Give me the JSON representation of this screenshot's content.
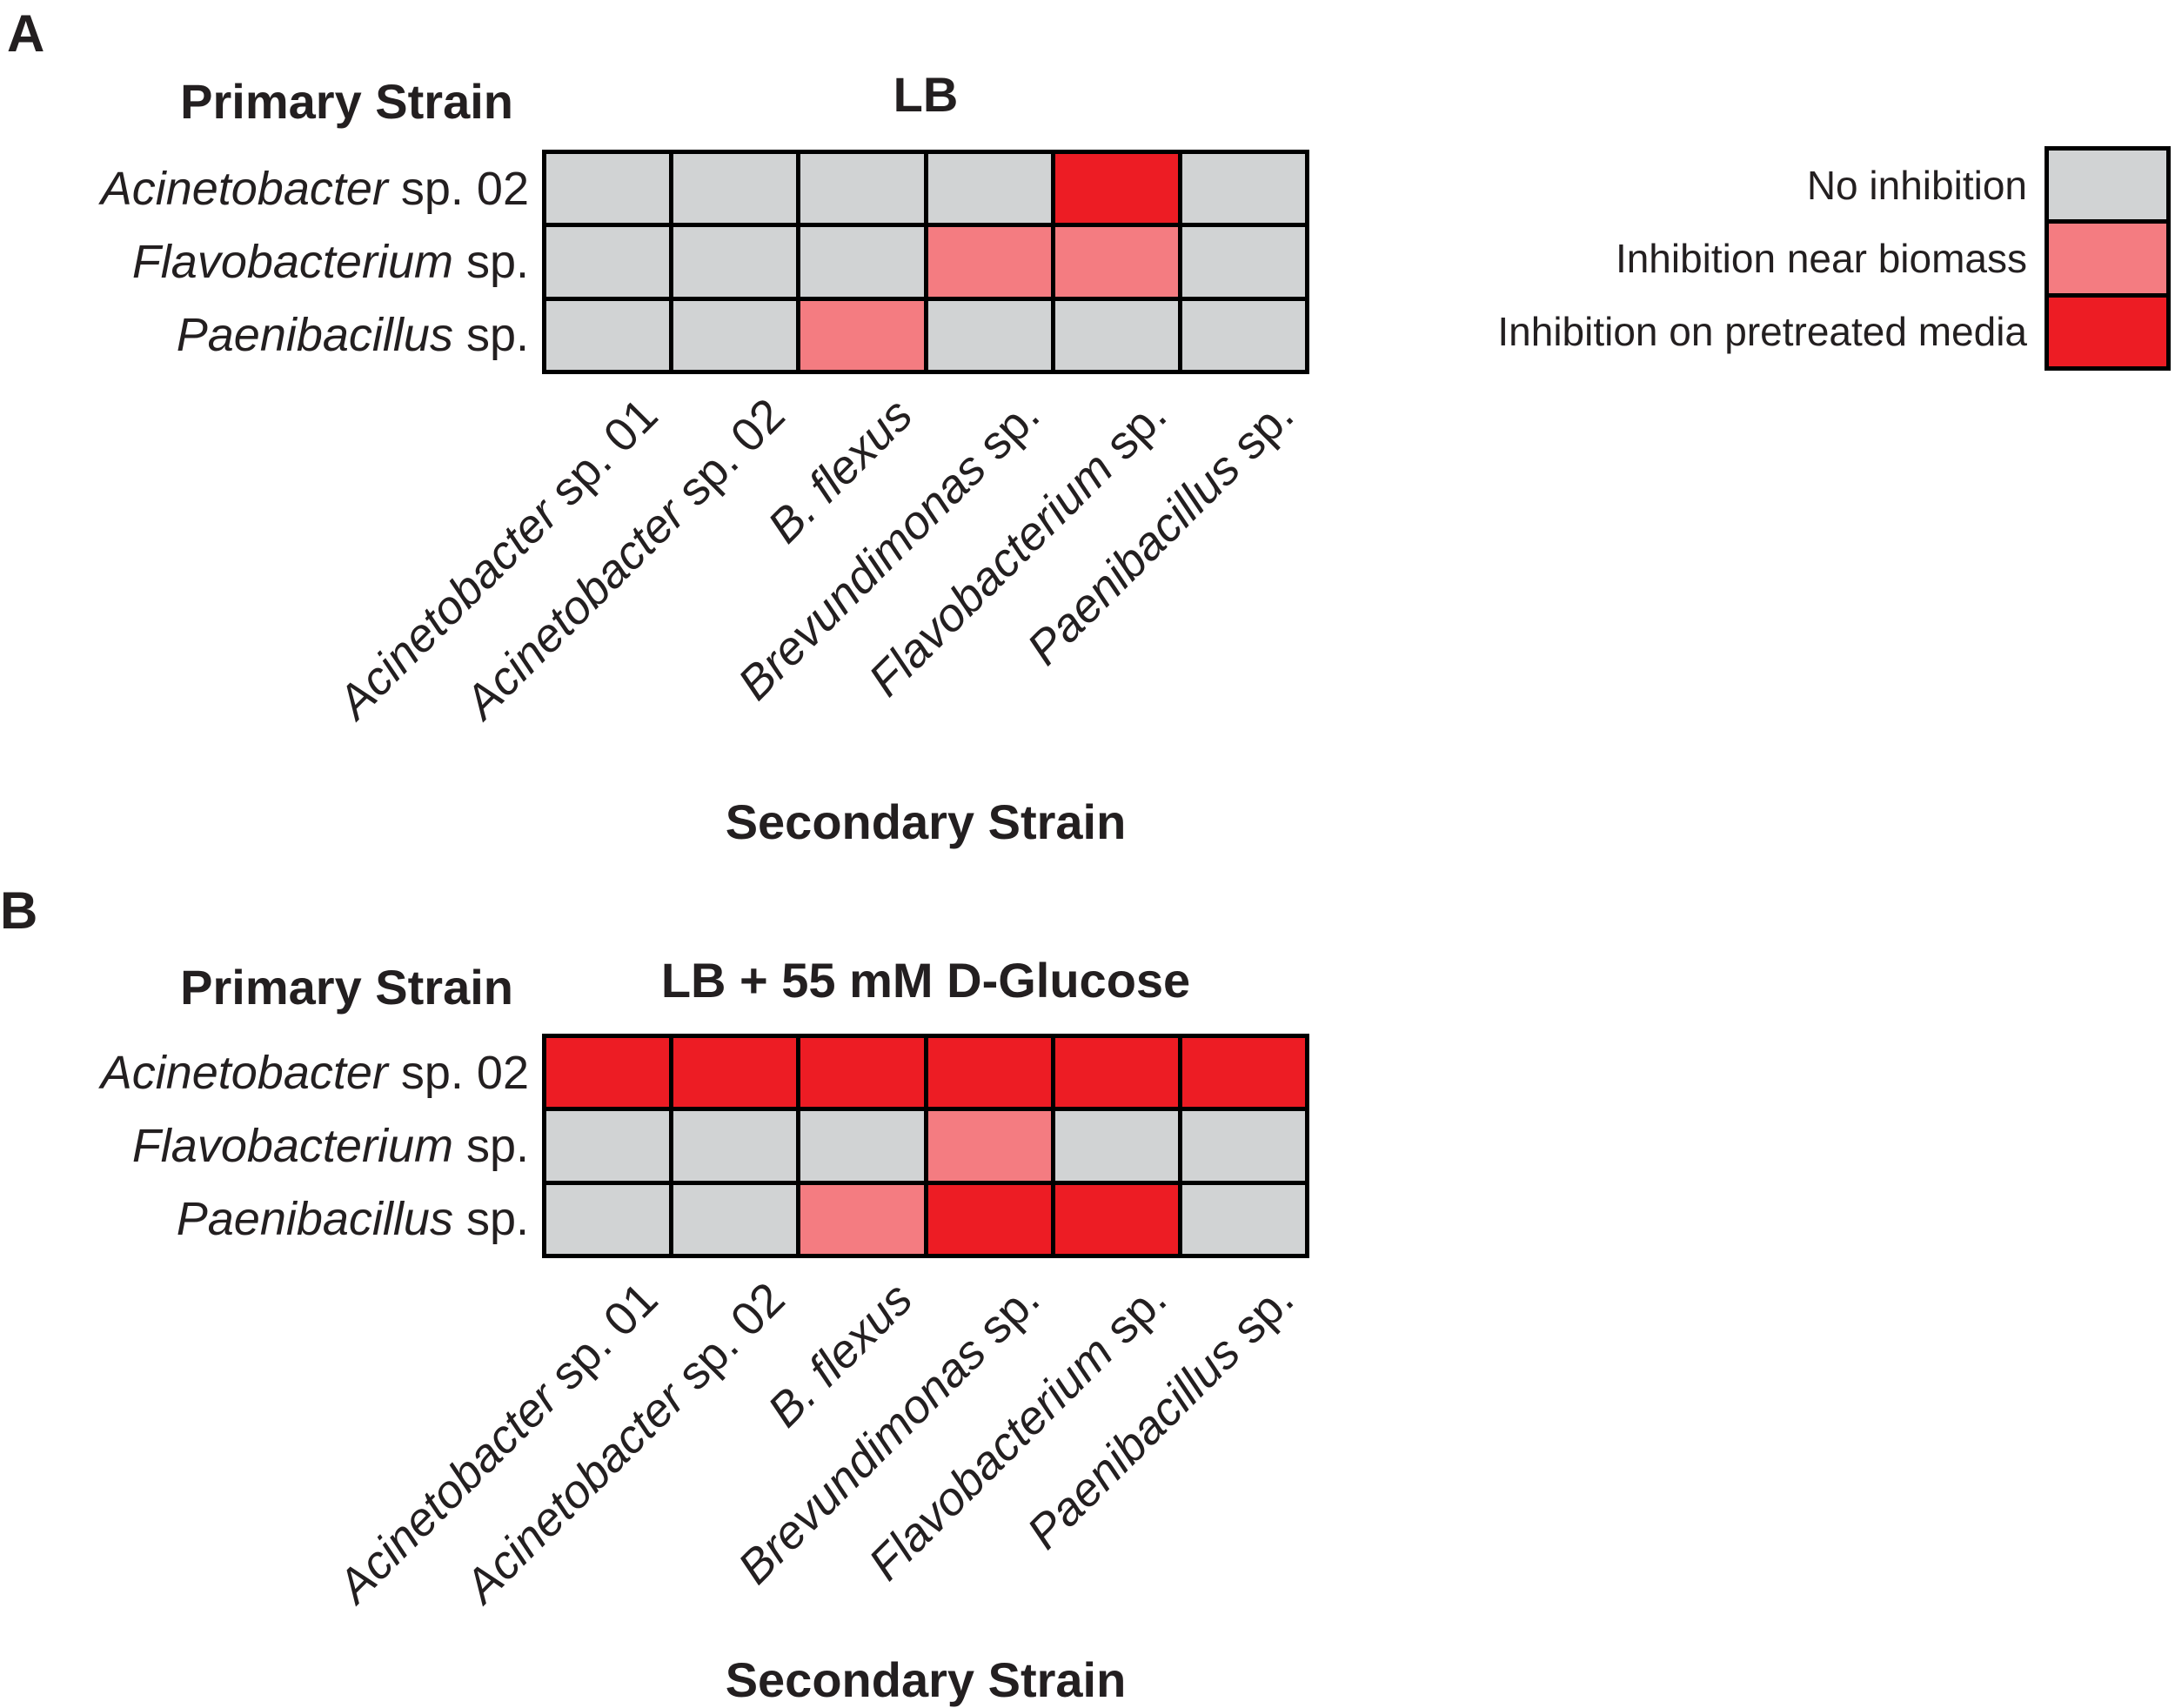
{
  "figure": {
    "panels": [
      "A",
      "B"
    ],
    "primary_axis_title": "Primary Strain",
    "secondary_axis_title": "Secondary Strain"
  },
  "legend": {
    "position": "right",
    "colors": {
      "none": "#D1D3D4",
      "near": "#F47C81",
      "pretreated": "#ED1C24"
    },
    "border_color": "#000000",
    "items": [
      {
        "key": "none",
        "label": "No inhibition",
        "color": "#D1D3D4"
      },
      {
        "key": "near",
        "label": "Inhibition near biomass",
        "color": "#F47C81"
      },
      {
        "key": "pretreated",
        "label": "Inhibition on pretreated media",
        "color": "#ED1C24"
      }
    ]
  },
  "chart_data": [
    {
      "type": "heatmap",
      "panel": "A",
      "title": "LB",
      "xlabel": "Secondary Strain",
      "ylabel": "Primary Strain",
      "x_categories": [
        {
          "genus": "Acinetobacter",
          "suffix": " sp. 01"
        },
        {
          "genus": "Acinetobacter",
          "suffix": " sp. 02"
        },
        {
          "genus": "B. flexus",
          "suffix": ""
        },
        {
          "genus": "Brevundimonas",
          "suffix": " sp."
        },
        {
          "genus": "Flavobacterium",
          "suffix": " sp."
        },
        {
          "genus": "Paenibacillus",
          "suffix": " sp."
        }
      ],
      "y_categories": [
        {
          "genus": "Acinetobacter",
          "suffix": " sp. 02"
        },
        {
          "genus": "Flavobacterium",
          "suffix": " sp."
        },
        {
          "genus": "Paenibacillus",
          "suffix": " sp."
        }
      ],
      "values": [
        [
          "none",
          "none",
          "none",
          "none",
          "pretreated",
          "none"
        ],
        [
          "none",
          "none",
          "none",
          "near",
          "near",
          "none"
        ],
        [
          "none",
          "none",
          "near",
          "none",
          "none",
          "none"
        ]
      ],
      "value_meanings": {
        "none": "No inhibition",
        "near": "Inhibition near biomass",
        "pretreated": "Inhibition on pretreated media"
      },
      "grid": true,
      "legend_position": "right"
    },
    {
      "type": "heatmap",
      "panel": "B",
      "title": "LB + 55 mM D-Glucose",
      "xlabel": "Secondary Strain",
      "ylabel": "Primary Strain",
      "x_categories": [
        {
          "genus": "Acinetobacter",
          "suffix": " sp. 01"
        },
        {
          "genus": "Acinetobacter",
          "suffix": " sp. 02"
        },
        {
          "genus": "B. flexus",
          "suffix": ""
        },
        {
          "genus": "Brevundimonas",
          "suffix": " sp."
        },
        {
          "genus": "Flavobacterium",
          "suffix": " sp."
        },
        {
          "genus": "Paenibacillus",
          "suffix": " sp."
        }
      ],
      "y_categories": [
        {
          "genus": "Acinetobacter",
          "suffix": " sp. 02"
        },
        {
          "genus": "Flavobacterium",
          "suffix": " sp."
        },
        {
          "genus": "Paenibacillus",
          "suffix": " sp."
        }
      ],
      "values": [
        [
          "pretreated",
          "pretreated",
          "pretreated",
          "pretreated",
          "pretreated",
          "pretreated"
        ],
        [
          "none",
          "none",
          "none",
          "near",
          "none",
          "none"
        ],
        [
          "none",
          "none",
          "near",
          "pretreated",
          "pretreated",
          "none"
        ]
      ],
      "value_meanings": {
        "none": "No inhibition",
        "near": "Inhibition near biomass",
        "pretreated": "Inhibition on pretreated media"
      },
      "grid": true,
      "legend_position": "right"
    }
  ]
}
